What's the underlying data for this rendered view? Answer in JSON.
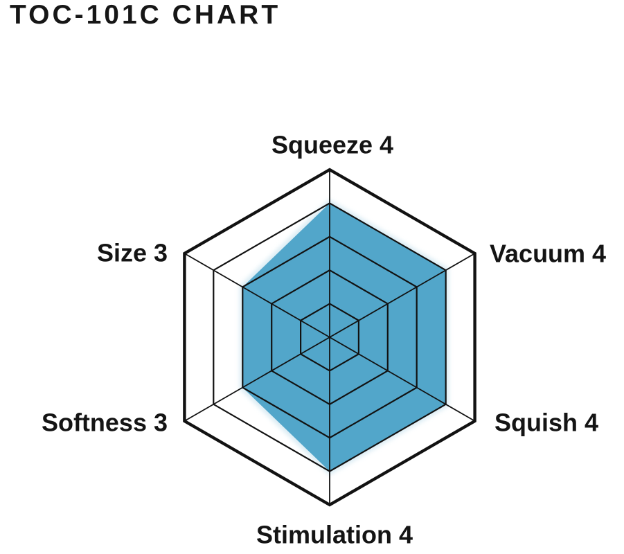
{
  "title": "TOC-101C CHART",
  "chart_data": {
    "type": "radar",
    "title": "TOC-101C CHART",
    "categories": [
      "Squeeze",
      "Vacuum",
      "Squish",
      "Stimulation",
      "Softness",
      "Size"
    ],
    "values": [
      4,
      4,
      4,
      4,
      3,
      3
    ],
    "max_value": 5,
    "grid_levels": 5,
    "grid_shape": "hexagon",
    "axis_labels": [
      "Squeeze 4",
      "Vacuum 4",
      "Squish 4",
      "Stimulation 4",
      "Softness 3",
      "Size 3"
    ],
    "legend_position": "none",
    "fill_color": "#52a6ca",
    "halo_color": "#bcdcea",
    "grid_color": "#121212",
    "background_color": "#ffffff"
  }
}
